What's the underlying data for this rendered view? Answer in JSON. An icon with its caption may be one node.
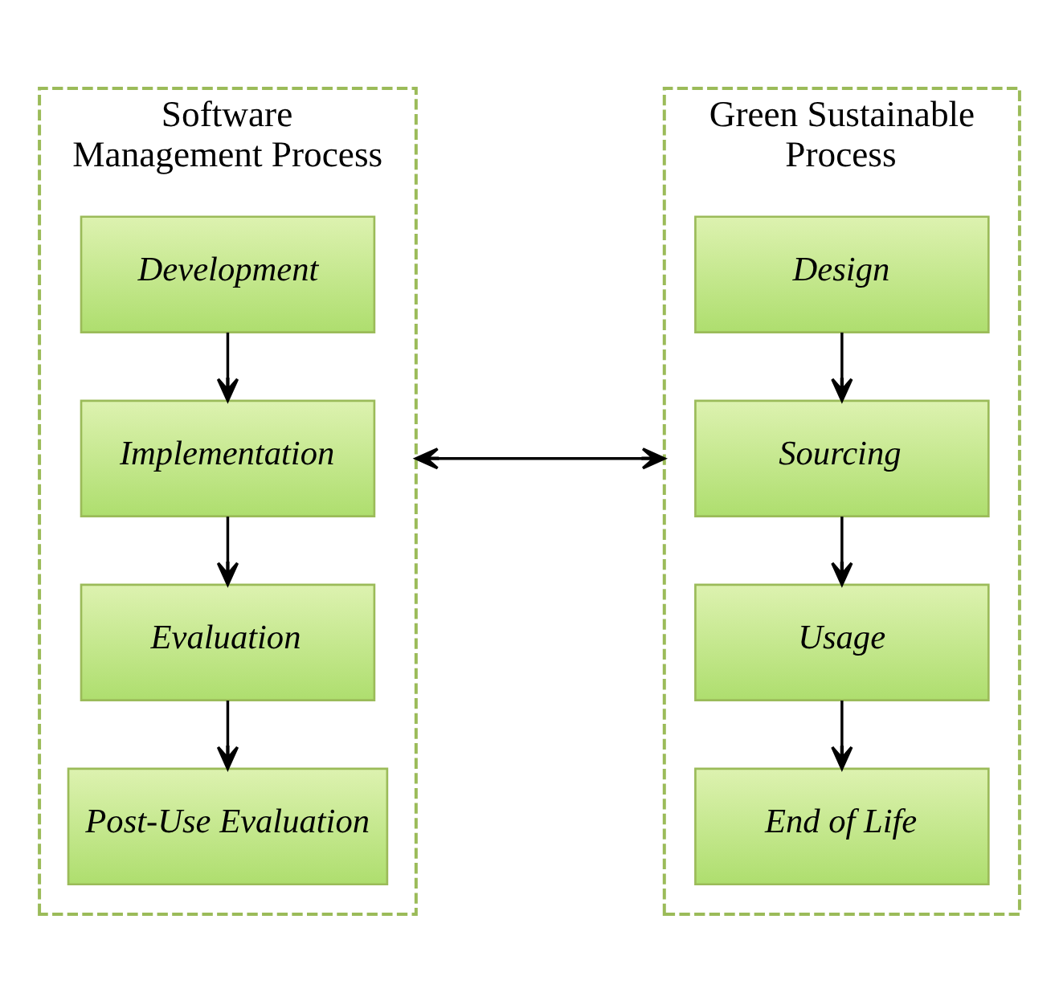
{
  "diagram": {
    "nodes": [
      {
        "text": [
          "Software Management Process"
        ]
      },
      {
        "text": [
          "Development"
        ],
        "in": 0
      },
      {
        "text": [
          "Implementation"
        ],
        "in": 0
      },
      {
        "text": [
          "Evaluation"
        ],
        "in": 0
      },
      {
        "text": [
          "Post-Use Evaluation"
        ],
        "in": 0
      },
      {
        "text": [
          "Green Sustainable Process"
        ]
      },
      {
        "text": [
          "Design"
        ],
        "in": 5
      },
      {
        "text": [
          "Sourcing"
        ],
        "in": 5
      },
      {
        "text": [
          "Usage"
        ],
        "in": 5
      },
      {
        "text": [
          "End of Life"
        ],
        "in": 5
      }
    ],
    "edges": [
      {
        "from": 1,
        "to": 2,
        "arrow": "to"
      },
      {
        "from": 2,
        "to": 3,
        "arrow": "to"
      },
      {
        "from": 3,
        "to": 4,
        "arrow": "to"
      },
      {
        "from": 0,
        "to": 5,
        "arrow": "both"
      },
      {
        "from": 6,
        "to": 7,
        "arrow": "to"
      },
      {
        "from": 7,
        "to": 8,
        "arrow": "to"
      },
      {
        "from": 8,
        "to": 9,
        "arrow": "to"
      }
    ]
  }
}
